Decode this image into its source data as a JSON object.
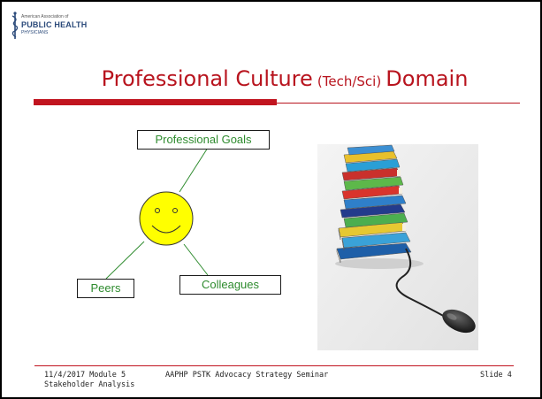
{
  "logo": {
    "small_text": "American Association of",
    "main_text": "PUBLIC HEALTH",
    "sub_text": "PHYSICIANS",
    "icon": "caduceus-icon"
  },
  "title": {
    "part1": "Professional Culture",
    "part2": "(Tech/Sci)",
    "part3": "Domain"
  },
  "diagram": {
    "center_icon": "smiley-face-icon",
    "goals_label": "Professional Goals",
    "peers_label": "Peers",
    "colleagues_label": "Colleagues"
  },
  "image": {
    "icon": "books-and-mouse-icon"
  },
  "footer": {
    "left_line1": "11/4/2017 Module 5",
    "left_line2": "Stakeholder Analysis",
    "center": "AAPHP PSTK Advocacy Strategy Seminar",
    "right": "Slide 4"
  },
  "colors": {
    "accent_red": "#c1141f",
    "label_green": "#2e8b2e",
    "smiley_yellow": "#ffff00"
  }
}
